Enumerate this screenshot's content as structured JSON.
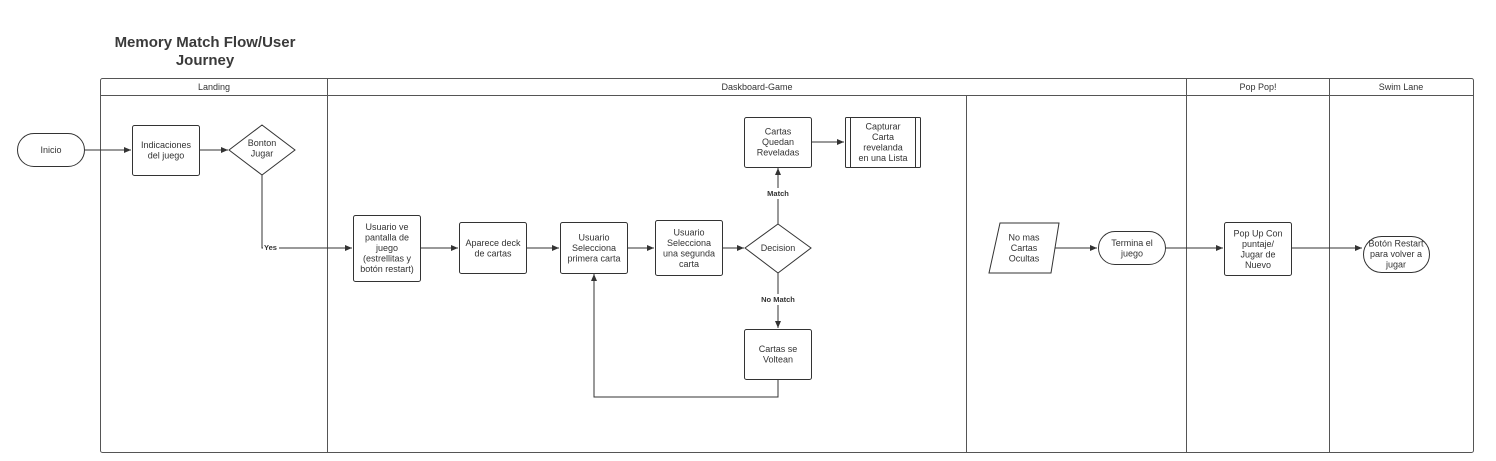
{
  "title": "Memory Match Flow/User Journey",
  "title_lines": [
    "Memory Match Flow/User",
    "Journey"
  ],
  "lanes": [
    "Landing",
    "Daskboard-Game",
    "Pop Pop!",
    "Swim Lane"
  ],
  "nodes": {
    "inicio": [
      "Inicio"
    ],
    "indicaciones": [
      "Indicaciones",
      "del juego"
    ],
    "bonton": [
      "Bonton",
      "Jugar"
    ],
    "usuario_ve": [
      "Usuario ve",
      "pantalla de",
      "juego",
      "(estrellitas y",
      "botón restart)"
    ],
    "aparece": [
      "Aparece deck",
      "de cartas"
    ],
    "primera": [
      "Usuario",
      "Selecciona",
      "primera carta"
    ],
    "segunda": [
      "Usuario",
      "Selecciona",
      "una segunda",
      "carta"
    ],
    "decision": [
      "Decision"
    ],
    "reveladas": [
      "Cartas",
      "Quedan",
      "Reveladas"
    ],
    "capturar": [
      "Capturar",
      "Carta",
      "revelanda",
      "en una Lista"
    ],
    "voltean": [
      "Cartas se",
      "Voltean"
    ],
    "no_mas": [
      "No mas",
      "Cartas",
      "Ocultas"
    ],
    "termina": [
      "Termina el",
      "juego"
    ],
    "popup": [
      "Pop Up Con",
      "puntaje/",
      "Jugar de",
      "Nuevo"
    ],
    "restart": [
      "Botón Restart",
      "para volver a",
      "jugar"
    ]
  },
  "edge_labels": {
    "yes": "Yes",
    "match": "Match",
    "no_match": "No Match"
  },
  "colors": {
    "stroke": "#333333",
    "fill": "#ffffff"
  }
}
